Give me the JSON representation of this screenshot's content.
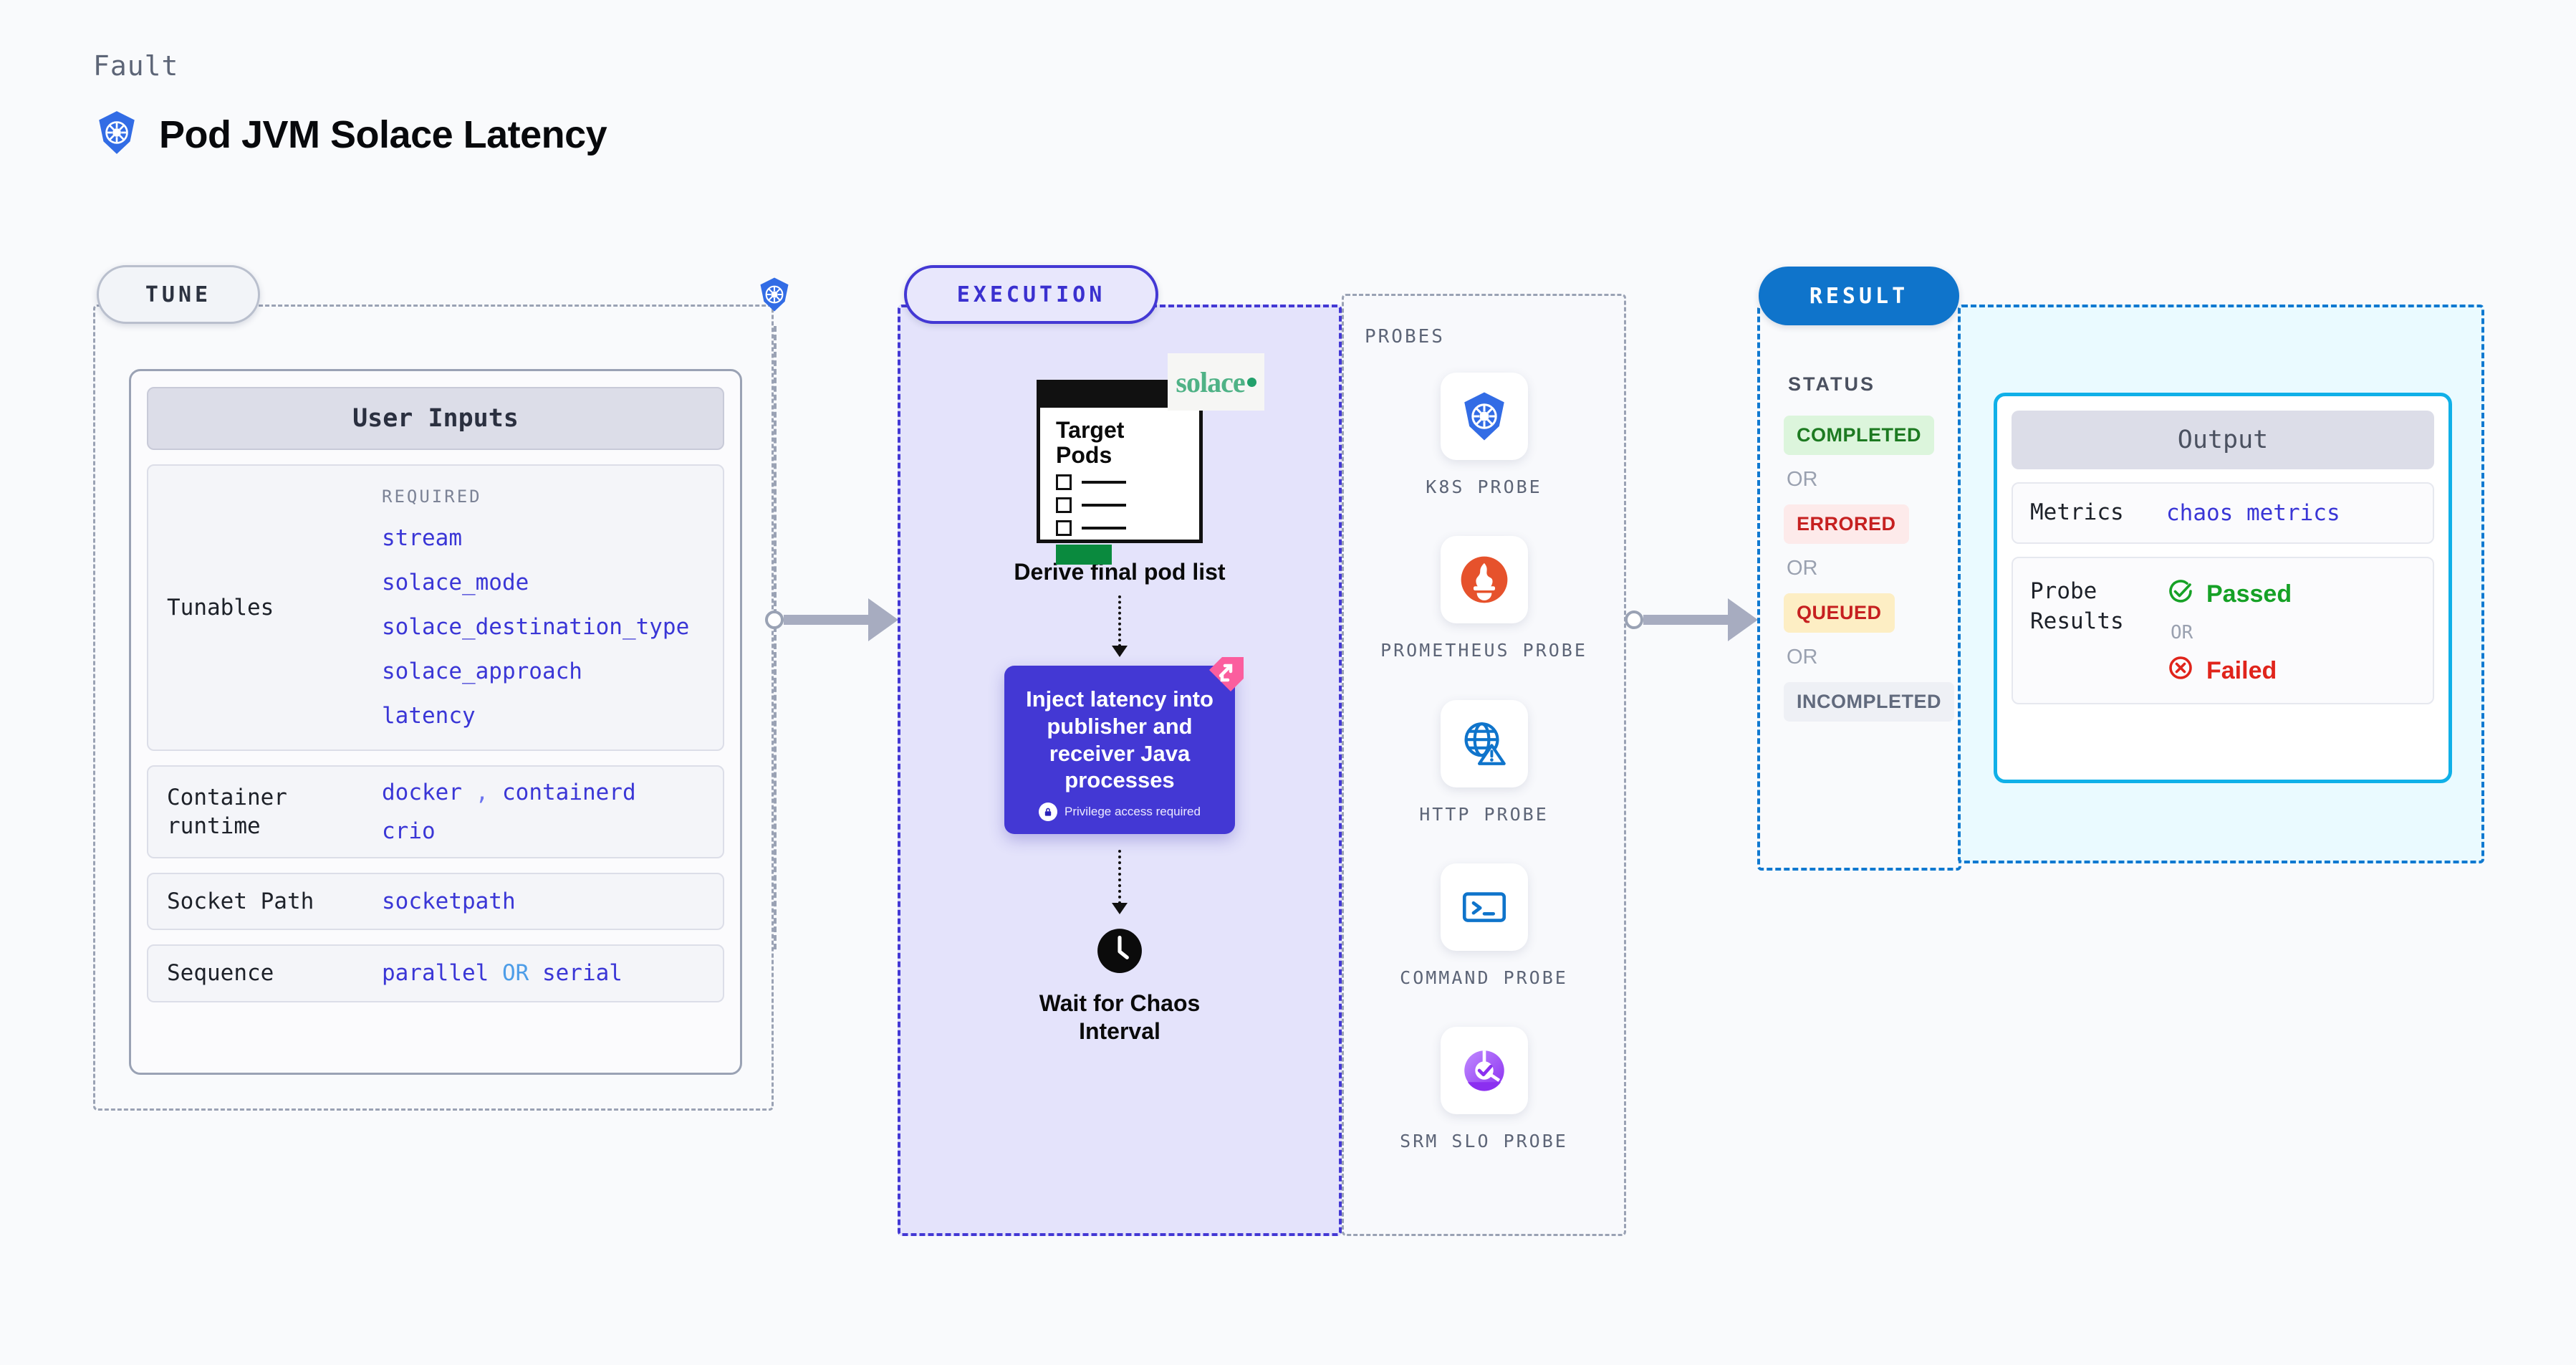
{
  "header": {
    "kicker": "Fault",
    "title": "Pod JVM Solace Latency",
    "icon": "kubernetes-icon"
  },
  "tune": {
    "pill_label": "TUNE",
    "card_title": "User Inputs",
    "required_label": "REQUIRED",
    "rows": [
      {
        "label": "Tunables",
        "values": [
          "stream",
          "solace_mode",
          "solace_destination_type",
          "solace_approach",
          "latency"
        ]
      },
      {
        "label": "Container runtime",
        "values": [
          "docker",
          "containerd",
          "crio"
        ],
        "separator": ","
      },
      {
        "label": "Socket Path",
        "values": [
          "socketpath"
        ]
      },
      {
        "label": "Sequence",
        "values": [
          "parallel",
          "serial"
        ],
        "separator": "OR"
      }
    ]
  },
  "execution": {
    "pill_label": "EXECUTION",
    "pod_card": {
      "title_line1": "Target",
      "title_line2": "Pods",
      "logo_text": "solace",
      "caption": "Derive final pod list"
    },
    "inject_card": {
      "text": "Inject latency into publisher and receiver Java processes",
      "privilege_note": "Privilege access required"
    },
    "wait_step": {
      "label_line1": "Wait for Chaos",
      "label_line2": "Interval",
      "icon": "clock-icon"
    }
  },
  "probes": {
    "label": "PROBES",
    "items": [
      {
        "name": "K8S PROBE",
        "icon": "kubernetes-icon"
      },
      {
        "name": "PROMETHEUS PROBE",
        "icon": "prometheus-icon"
      },
      {
        "name": "HTTP PROBE",
        "icon": "globe-warning-icon"
      },
      {
        "name": "COMMAND PROBE",
        "icon": "terminal-icon"
      },
      {
        "name": "SRM SLO PROBE",
        "icon": "slo-donut-check-icon"
      }
    ]
  },
  "result": {
    "pill_label": "RESULT",
    "status_label": "STATUS",
    "or_label": "OR",
    "statuses": [
      {
        "text": "COMPLETED",
        "color": "#1d7a21",
        "bg": "#dcf5dc"
      },
      {
        "text": "ERRORED",
        "color": "#c62020",
        "bg": "#fdeaea"
      },
      {
        "text": "QUEUED",
        "color": "#c62020",
        "bg": "#fdeec4"
      },
      {
        "text": "INCOMPLETED",
        "color": "#616a7d",
        "bg": "#eef0f5"
      }
    ]
  },
  "output": {
    "card_title": "Output",
    "metrics_label": "Metrics",
    "metrics_value": "chaos metrics",
    "probe_results_label": "Probe Results",
    "or_label": "OR",
    "passed_label": "Passed",
    "failed_label": "Failed"
  },
  "colors": {
    "accent_purple": "#4338d4",
    "accent_blue": "#0f74cb",
    "accent_cyan": "#10b0e8",
    "k8s_blue": "#326ce5",
    "code_purple": "#3a36d6"
  }
}
